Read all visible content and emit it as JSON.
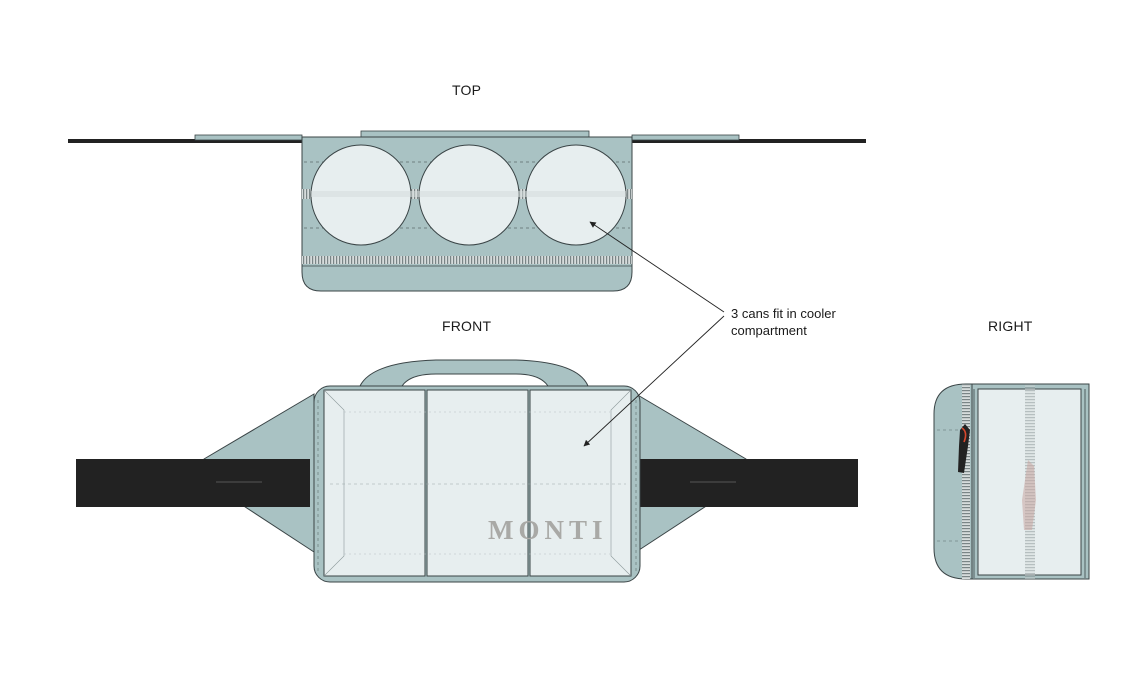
{
  "views": {
    "top": "TOP",
    "front": "FRONT",
    "right": "RIGHT"
  },
  "callout": {
    "line1": "3 cans fit in cooler",
    "line2": "compartment"
  },
  "brand": "MONTI",
  "colors": {
    "body": "#a9c2c3",
    "panel": "#e7eeef",
    "strap": "#222222",
    "outline": "#3a4446",
    "accent": "#d9482c"
  }
}
